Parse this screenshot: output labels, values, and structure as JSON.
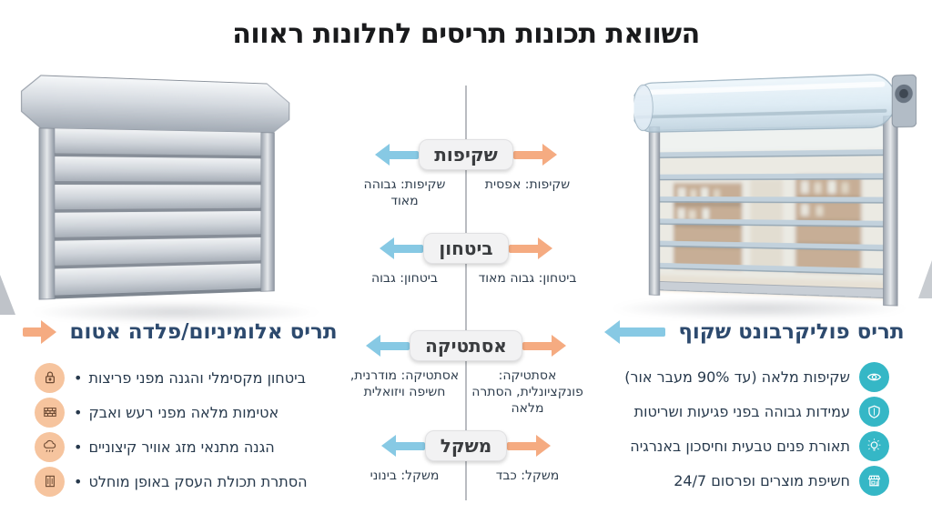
{
  "title": "השוואת תכונות תריסים לחלונות ראווה",
  "colors": {
    "blue_arrow": "#87c9e4",
    "orange_arrow": "#f5ab81",
    "heading_navy": "#2d4a6e",
    "teal_icon_bg": "#35b7c6",
    "peach_icon_bg": "#f6c49e",
    "pill_bg": "#f2f2f3"
  },
  "comparison": {
    "rows": [
      {
        "label": "שקיפות",
        "left": "שקיפות: גבוהה מאוד",
        "right": "שקיפות: אפסית"
      },
      {
        "label": "ביטחון",
        "left": "ביטחון: גבוה",
        "right": "ביטחון: גבוה מאוד"
      },
      {
        "label": "אסתטיקה",
        "left": "אסתטיקה: מודרנית, חשיפה ויזואלית",
        "right": "אסתטיקה: פונקציונלית, הסתרה מלאה"
      },
      {
        "label": "משקל",
        "left": "משקל: בינוני",
        "right": "משקל: כבד"
      }
    ]
  },
  "left_product": {
    "heading": "תריס אלומיניום/פלדה אטום",
    "features": [
      {
        "icon": "lock-icon",
        "text": "ביטחון מקסימלי והגנה מפני פריצות"
      },
      {
        "icon": "brick-wall-icon",
        "text": "אטימות מלאה מפני רעש ואבק"
      },
      {
        "icon": "rain-cloud-icon",
        "text": "הגנה מתנאי מזג אוויר קיצוניים"
      },
      {
        "icon": "door-icon",
        "text": "הסתרת תכולת העסק באופן מוחלט"
      }
    ]
  },
  "right_product": {
    "heading": "תריס פוליקרבונט שקוף",
    "features": [
      {
        "icon": "eye-icon",
        "text": "שקיפות מלאה (עד 90% מעבר אור)"
      },
      {
        "icon": "shield-icon",
        "text": "עמידות גבוהה בפני פגיעות ושריטות"
      },
      {
        "icon": "bulb-icon",
        "text": "תאורת פנים טבעית וחיסכון באנרגיה"
      },
      {
        "icon": "storefront-icon",
        "text": "חשיפת מוצרים ופרסום 24/7"
      }
    ]
  }
}
